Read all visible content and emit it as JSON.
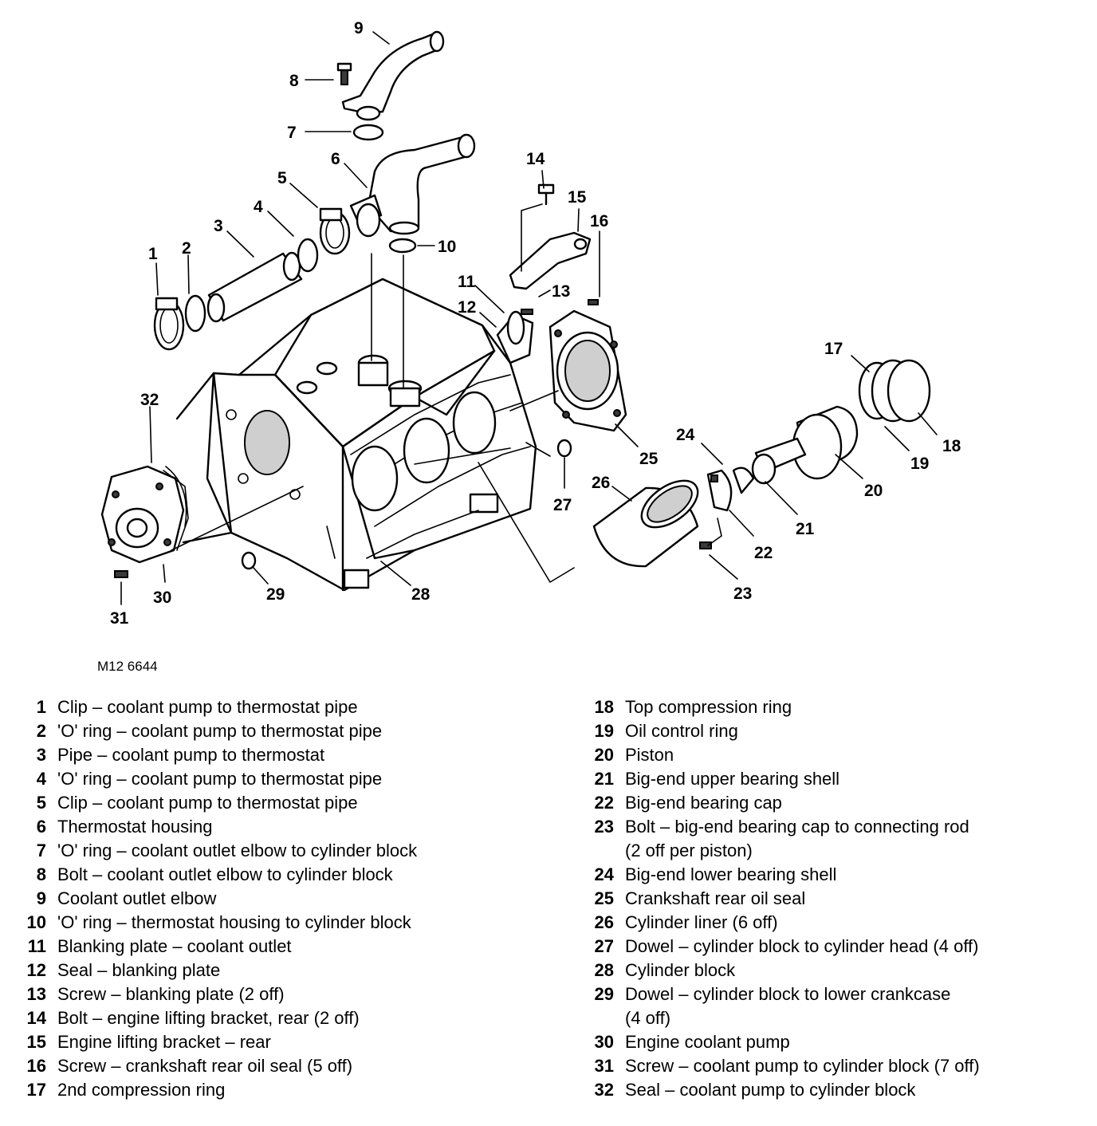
{
  "figure": {
    "code": "M12 6644",
    "callouts": [
      "1",
      "2",
      "3",
      "4",
      "5",
      "6",
      "7",
      "8",
      "9",
      "10",
      "11",
      "12",
      "13",
      "14",
      "15",
      "16",
      "17",
      "18",
      "19",
      "20",
      "21",
      "22",
      "23",
      "24",
      "25",
      "26",
      "27",
      "28",
      "29",
      "30",
      "31",
      "32"
    ]
  },
  "legend": {
    "left": [
      {
        "num": "1",
        "text": "Clip – coolant pump to thermostat pipe"
      },
      {
        "num": "2",
        "text": "'O' ring – coolant pump to thermostat pipe"
      },
      {
        "num": "3",
        "text": "Pipe – coolant pump to thermostat"
      },
      {
        "num": "4",
        "text": "'O' ring – coolant pump to thermostat pipe"
      },
      {
        "num": "5",
        "text": "Clip – coolant pump to thermostat pipe"
      },
      {
        "num": "6",
        "text": "Thermostat housing"
      },
      {
        "num": "7",
        "text": "'O' ring – coolant outlet elbow to cylinder block"
      },
      {
        "num": "8",
        "text": "Bolt – coolant outlet elbow to cylinder block"
      },
      {
        "num": "9",
        "text": "Coolant outlet elbow"
      },
      {
        "num": "10",
        "text": "'O' ring – thermostat housing to cylinder block"
      },
      {
        "num": "11",
        "text": "Blanking plate – coolant outlet"
      },
      {
        "num": "12",
        "text": "Seal – blanking plate"
      },
      {
        "num": "13",
        "text": "Screw – blanking plate (2 off)"
      },
      {
        "num": "14",
        "text": "Bolt – engine lifting bracket, rear (2 off)"
      },
      {
        "num": "15",
        "text": "Engine lifting bracket – rear"
      },
      {
        "num": "16",
        "text": "Screw – crankshaft rear oil seal (5 off)"
      },
      {
        "num": "17",
        "text": "2nd compression ring"
      }
    ],
    "right": [
      {
        "num": "18",
        "text": "Top compression ring"
      },
      {
        "num": "19",
        "text": "Oil control ring"
      },
      {
        "num": "20",
        "text": "Piston"
      },
      {
        "num": "21",
        "text": "Big-end upper bearing shell"
      },
      {
        "num": "22",
        "text": "Big-end bearing cap"
      },
      {
        "num": "23",
        "text": "Bolt – big-end bearing cap to connecting rod"
      },
      {
        "num": "",
        "text": "(2 off per piston)"
      },
      {
        "num": "24",
        "text": "Big-end lower bearing shell"
      },
      {
        "num": "25",
        "text": "Crankshaft rear oil seal"
      },
      {
        "num": "26",
        "text": "Cylinder liner (6 off)"
      },
      {
        "num": "27",
        "text": "Dowel – cylinder block to cylinder head (4 off)"
      },
      {
        "num": "28",
        "text": "Cylinder block"
      },
      {
        "num": "29",
        "text": "Dowel – cylinder block to lower crankcase"
      },
      {
        "num": "",
        "text": "(4 off)"
      },
      {
        "num": "30",
        "text": "Engine coolant pump"
      },
      {
        "num": "31",
        "text": "Screw – coolant pump to cylinder block (7 off)"
      },
      {
        "num": "32",
        "text": "Seal – coolant pump to cylinder block"
      }
    ]
  }
}
